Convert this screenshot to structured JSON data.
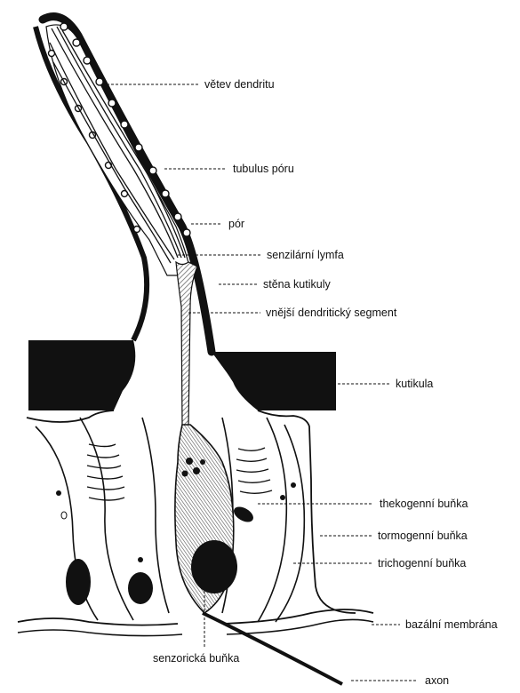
{
  "labels": {
    "branch": "větev dendritu",
    "tubule": "tubulus póru",
    "pore": "pór",
    "lymph": "senzilární lymfa",
    "wall": "stěna kutikuly",
    "outer_segment": "vnější dendritický segment",
    "cuticle": "kutikula",
    "thecogen": "thekogenní buňka",
    "tormogen": "tormogenní buňka",
    "trichogen": "trichogenní buňka",
    "basal": "bazální membrána",
    "sensory": "senzorická buňka",
    "axon": "axon"
  },
  "colors": {
    "ink": "#111111",
    "hatch": "#7a7a7a",
    "background": "#ffffff"
  }
}
